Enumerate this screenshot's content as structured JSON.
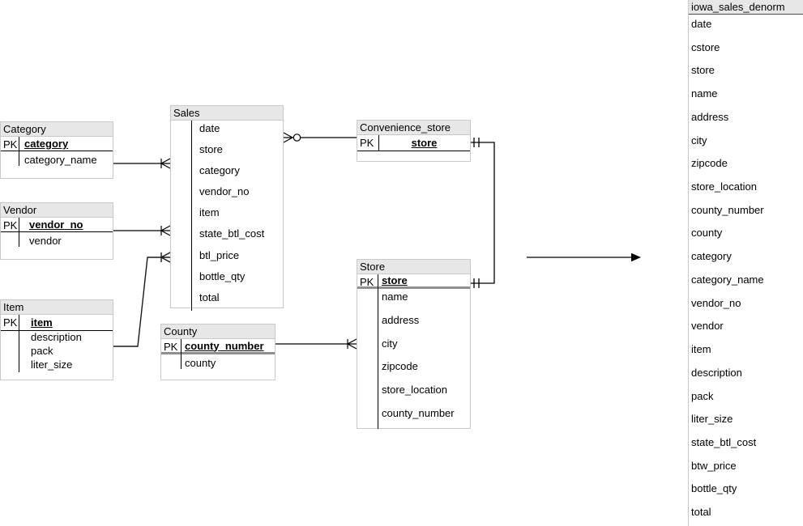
{
  "colors": {
    "header_bg": "#e7e7e7",
    "table_border": "#c9c9c9",
    "line": "#000000",
    "thick_pk_divider": "#8f8f8f",
    "background": "#ffffff"
  },
  "tables": {
    "category": {
      "title": "Category",
      "pk_label": "PK",
      "pk_field": "category",
      "fields": [
        "category_name"
      ]
    },
    "vendor": {
      "title": "Vendor",
      "pk_label": "PK",
      "pk_field": "vendor_no",
      "fields": [
        "vendor"
      ]
    },
    "item": {
      "title": "Item",
      "pk_label": "PK",
      "pk_field": "item",
      "fields": [
        "description",
        "pack",
        "liter_size"
      ]
    },
    "sales": {
      "title": "Sales",
      "fields": [
        "date",
        "store",
        "category",
        "vendor_no",
        "item",
        "state_btl_cost",
        "btl_price",
        "bottle_qty",
        "total"
      ]
    },
    "convenience_store": {
      "title": "Convenience_store",
      "pk_label": "PK",
      "pk_field": "store",
      "fields": []
    },
    "store": {
      "title": "Store",
      "pk_label": "PK",
      "pk_field": "store",
      "fields": [
        "name",
        "address",
        "city",
        "zipcode",
        "store_location",
        "county_number"
      ]
    },
    "county": {
      "title": "County",
      "pk_label": "PK",
      "pk_field": "county_number",
      "fields": [
        "county"
      ]
    }
  },
  "denorm": {
    "title": "iowa_sales_denorm",
    "fields": [
      "date",
      "cstore",
      "store",
      "name",
      "address",
      "city",
      "zipcode",
      "store_location",
      "county_number",
      "county",
      "category",
      "category_name",
      "vendor_no",
      "vendor",
      "item",
      "description",
      "pack",
      "liter_size",
      "state_btl_cost",
      "btw_price",
      "bottle_qty",
      "total"
    ]
  },
  "relationships": [
    {
      "from": "Category",
      "to": "Sales",
      "notation": "one-to-many"
    },
    {
      "from": "Vendor",
      "to": "Sales",
      "notation": "one-to-many"
    },
    {
      "from": "Item",
      "to": "Sales",
      "notation": "one-to-many"
    },
    {
      "from": "Convenience_store",
      "to": "Sales",
      "notation": "zero-or-many"
    },
    {
      "from": "Convenience_store",
      "to": "Store",
      "notation": "one-to-one"
    },
    {
      "from": "County",
      "to": "Store",
      "notation": "one-to-many"
    },
    {
      "from": "diagram",
      "to": "iowa_sales_denorm",
      "notation": "arrow"
    }
  ]
}
